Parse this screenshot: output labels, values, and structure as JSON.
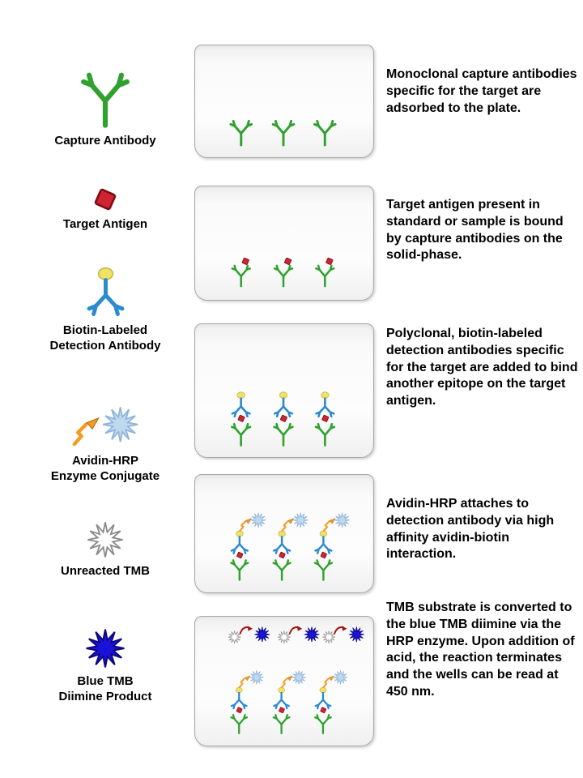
{
  "colors": {
    "capture-green": "#2fa12e",
    "antigen-red": "#cf2431",
    "antigen-dark": "#7a0e16",
    "detect-blue": "#2a8ad2",
    "biotin-yellow": "#f0e268",
    "biotin-dark": "#c9b83e",
    "hrp-orange": "#f59b23",
    "hrp-dark": "#b06f10",
    "avidin-blue": "#bdd9f0",
    "avidin-stroke": "#8fb4d8",
    "tmb-white": "#ffffff",
    "tmb-gray": "#8a8a8a",
    "tmb-blue": "#1a12d8",
    "tmb-blue-dark": "#0d0880",
    "arrow-red": "#a30f0f"
  },
  "legend": {
    "items": [
      {
        "name": "capture-antibody",
        "label": "Capture Antibody"
      },
      {
        "name": "target-antigen",
        "label": "Target Antigen"
      },
      {
        "name": "detection-antibody",
        "label": "Biotin-Labeled\nDetection Antibody"
      },
      {
        "name": "avidin-hrp",
        "label": "Avidin-HRP\nEnzyme Conjugate"
      },
      {
        "name": "unreacted-tmb",
        "label": "Unreacted TMB"
      },
      {
        "name": "blue-tmb",
        "label": "Blue TMB\nDiimine Product"
      }
    ]
  },
  "steps": [
    {
      "description": "Monoclonal capture antibodies specific for the target are adsorbed to the plate."
    },
    {
      "description": "Target antigen present in standard or sample is bound by capture antibodies on the solid-phase."
    },
    {
      "description": "Polyclonal, biotin-labeled detection antibodies specific for the target are added to bind another epitope on the target antigen."
    },
    {
      "description": "Avidin-HRP attaches to detection antibody via high affinity avidin-biotin interaction."
    },
    {
      "description": "TMB substrate is converted to the blue TMB diimine via the HRP enzyme. Upon addition of acid, the reaction terminates and the wells can be read at 450 nm."
    }
  ]
}
